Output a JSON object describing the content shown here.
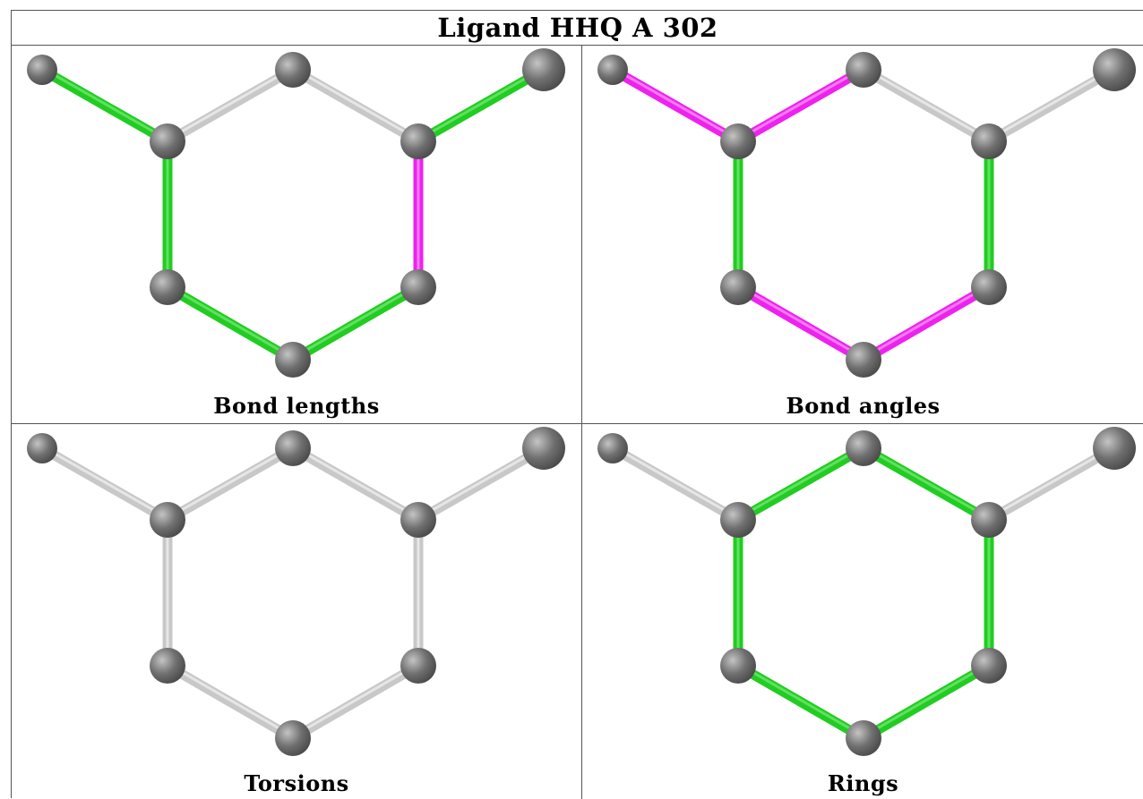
{
  "title": "Ligand HHQ A 302",
  "colors": {
    "normal": "#c8c8c8",
    "good": "#22cc22",
    "outlier": "#ee22ee",
    "atom": "#707070"
  },
  "panels": [
    {
      "caption": "Bond lengths",
      "bond_states": [
        "good",
        "normal",
        "normal",
        "good",
        "good",
        "outlier",
        "good",
        "good"
      ]
    },
    {
      "caption": "Bond angles",
      "bond_states": [
        "outlier",
        "outlier",
        "normal",
        "normal",
        "good",
        "good",
        "outlier",
        "outlier"
      ]
    },
    {
      "caption": "Torsions",
      "bond_states": [
        "normal",
        "normal",
        "normal",
        "normal",
        "normal",
        "normal",
        "normal",
        "normal"
      ]
    },
    {
      "caption": "Rings",
      "bond_states": [
        "normal",
        "good",
        "good",
        "normal",
        "good",
        "good",
        "good",
        "good"
      ]
    }
  ]
}
